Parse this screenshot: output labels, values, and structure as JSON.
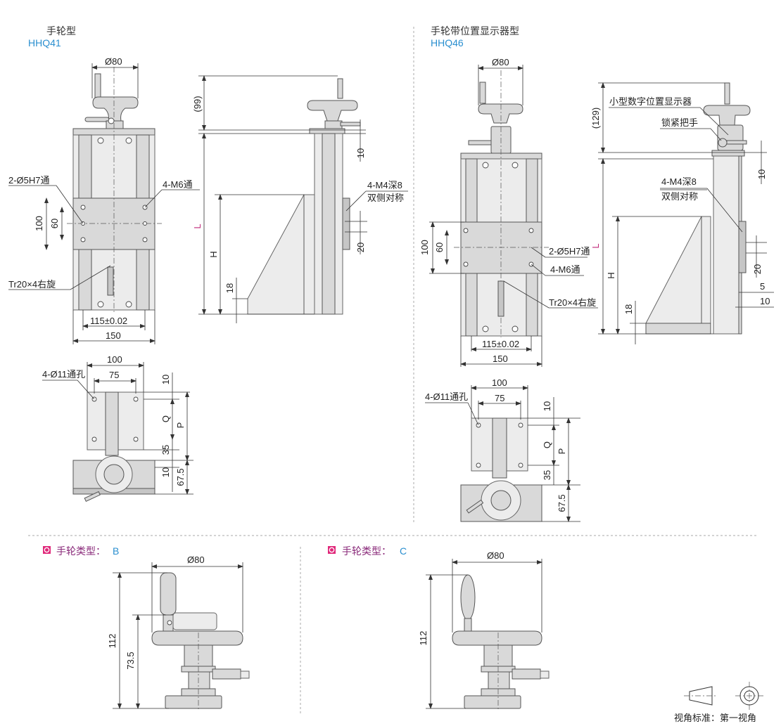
{
  "left": {
    "title": "手轮型",
    "code": "HHQ41",
    "dia80": "Ø80",
    "d99": "(99)",
    "d10": "10",
    "hole_pin": "2-Ø5H7通",
    "hole_m6": "4-M6通",
    "d100": "100",
    "d60": "60",
    "screw": "Tr20×4右旋",
    "d115": "115±0.02",
    "d150": "150",
    "L": "L",
    "H": "H",
    "d18": "18",
    "m4": "4-M4深8",
    "sym": "双侧对称",
    "d20": "20",
    "top": {
      "d100": "100",
      "d75": "75",
      "holes": "4-Ø11通孔",
      "d10a": "10",
      "Q": "Q",
      "P": "P",
      "d35": "35",
      "d10b": "10",
      "d675": "67.5"
    }
  },
  "right": {
    "title": "手轮带位置显示器型",
    "code": "HHQ46",
    "dia80": "Ø80",
    "d129": "(129)",
    "display": "小型数字位置显示器",
    "lock": "锁紧把手",
    "d10": "10",
    "m4": "4-M4深8",
    "sym": "双侧对称",
    "L": "L",
    "H": "H",
    "d18": "18",
    "d20": "20",
    "d5": "5",
    "d10b": "10",
    "d100": "100",
    "d60": "60",
    "hole_pin": "2-Ø5H7通",
    "hole_m6": "4-M6通",
    "screw": "Tr20×4右旋",
    "d115": "115±0.02",
    "d150": "150",
    "top": {
      "d100": "100",
      "d75": "75",
      "holes": "4-Ø11通孔",
      "d10": "10",
      "Q": "Q",
      "P": "P",
      "d35": "35",
      "d675": "67.5"
    }
  },
  "typeB": {
    "label": "手轮类型：",
    "value": "B",
    "dia80": "Ø80",
    "d112": "112",
    "d735": "73.5"
  },
  "typeC": {
    "label": "手轮类型：",
    "value": "C",
    "dia80": "Ø80",
    "d112": "112"
  },
  "footer": {
    "projection": "视角标准：第一视角"
  },
  "colors": {
    "accent": "#2a8fd0",
    "marker": "#e0287a",
    "section": "#8a2a7a"
  }
}
